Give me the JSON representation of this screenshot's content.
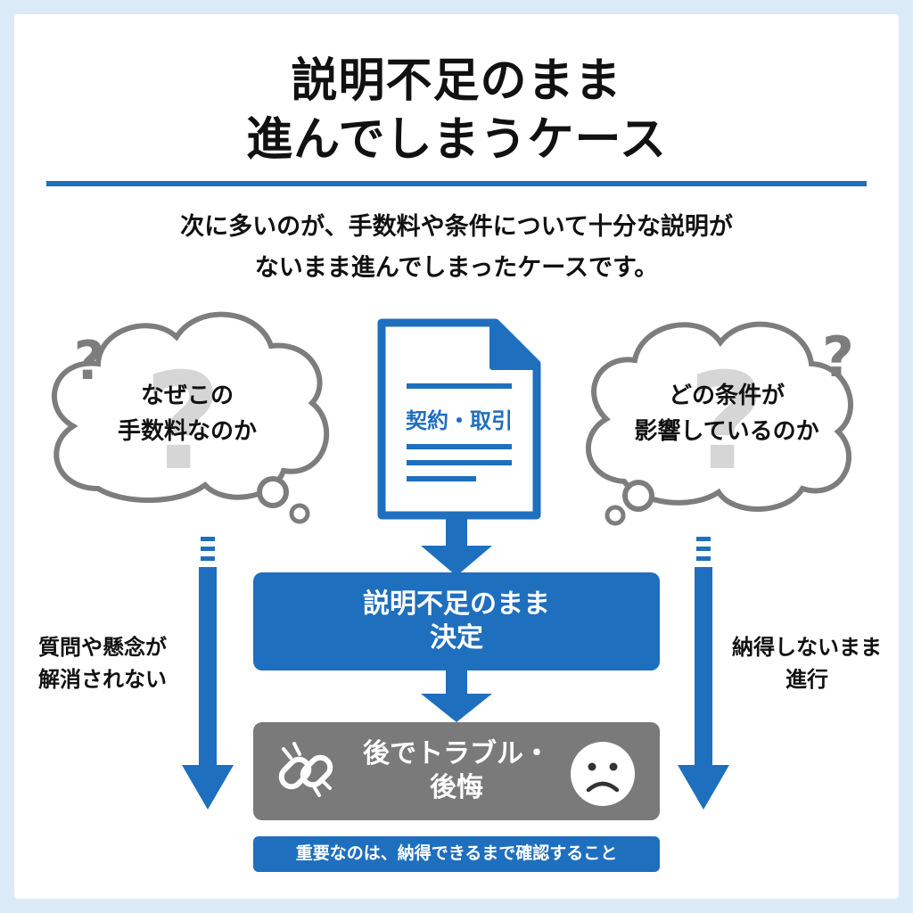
{
  "title": {
    "line1": "説明不足のまま",
    "line2": "進んでしまうケース"
  },
  "intro": {
    "line1": "次に多いのが、手数料や条件について十分な説明が",
    "line2": "ないまま進んでしまったケースです。"
  },
  "left_cloud": {
    "line1": "なぜこの",
    "line2": "手数料なのか"
  },
  "right_cloud": {
    "line1": "どの条件が",
    "line2": "影響しているのか"
  },
  "document": {
    "label": "契約・取引"
  },
  "decision_box": {
    "line1": "説明不足のまま",
    "line2": "決定"
  },
  "result_box": {
    "line1": "後でトラブル・",
    "line2": "後悔"
  },
  "left_side": {
    "line1": "質問や懸念が",
    "line2": "解消されない"
  },
  "right_side": {
    "line1": "納得しないまま",
    "line2": "進行"
  },
  "footer": {
    "message": "重要なのは、納得できるまで確認すること"
  },
  "colors": {
    "accent": "#1f6fbf",
    "gray_box": "#7a7a7a",
    "background": "#dbeaf7"
  },
  "icons": [
    "question-mark-icon",
    "document-icon",
    "broken-link-icon",
    "sad-face-icon",
    "arrow-down-icon"
  ]
}
